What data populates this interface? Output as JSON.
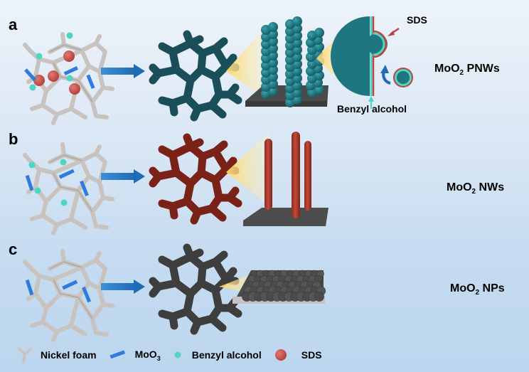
{
  "figure": {
    "panels": [
      {
        "label": "a",
        "product_prefix": "MoO",
        "product_sub": "2",
        "product_suffix": " PNWs",
        "precursors": [
          "Nickel foam",
          "MoO3",
          "Benzyl alcohol",
          "SDS"
        ],
        "intermediate_color": "#1a4f5a",
        "structure": "peapod nanowires",
        "annotations": {
          "sds": "SDS",
          "benzyl": "Benzyl alcohol"
        }
      },
      {
        "label": "b",
        "product_prefix": "MoO",
        "product_sub": "2",
        "product_suffix": " NWs",
        "precursors": [
          "Nickel foam",
          "MoO3",
          "Benzyl alcohol"
        ],
        "intermediate_color": "#7a2218",
        "structure": "nanowires"
      },
      {
        "label": "c",
        "product_prefix": "MoO",
        "product_sub": "2",
        "product_suffix": " NPs",
        "precursors": [
          "Nickel foam",
          "MoO3"
        ],
        "intermediate_color": "#3e3e3e",
        "structure": "nanoparticles"
      }
    ],
    "legend": [
      {
        "icon": "nickel-foam-icon",
        "label": "Nickel foam"
      },
      {
        "icon": "moo3-bar-icon",
        "label_prefix": "MoO",
        "label_sub": "3"
      },
      {
        "icon": "benzyl-dot-icon",
        "label": "Benzyl alcohol"
      },
      {
        "icon": "sds-sphere-icon",
        "label": "SDS"
      }
    ],
    "colors": {
      "nickel": "#c9c3bf",
      "moo3": "#2f7be0",
      "benzyl": "#4fd6c2",
      "sds": "#c8504a",
      "arrow": "#2a78c2",
      "teal": "#1e7681",
      "rust": "#a9392b",
      "dark": "#3a3a3a",
      "beam": "#fde08a"
    }
  }
}
